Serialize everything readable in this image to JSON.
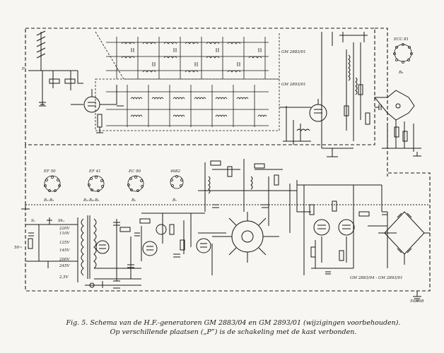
{
  "caption": {
    "line1": "Fig. 5.  Schema van de H.F.-generatoren GM 2883/04 en GM 2893/01 (wijzigingen voorbehouden).",
    "line2": "Op verschillende plaatsen („P”) is de schakeling met de kast verbonden."
  },
  "labels": {
    "gm_2883_01": "GM 2883/01",
    "gm_2893_01": "GM 2893/01",
    "gm_bottom": "GM 2883/04 - GM 2893/01",
    "tube_ef50": "EF 50",
    "tube_ef41": "EF 41",
    "tube_ec90": "EC 90",
    "tube_4682": "4682",
    "tube_ecc81": "ECC 81",
    "pin_b1b2": "B₁-B₂",
    "pin_b3b4b5": "B₃-B₄-B₅",
    "pin_b6": "B₆",
    "pin_b7": "B₇",
    "pin_b8": "B₈",
    "v220": "220V",
    "v110": "110V",
    "v125": "125V",
    "v145": "145V",
    "v200": "200V",
    "v245": "245V",
    "mains": "50~",
    "v25": "2,5V",
    "ref_code": "50/368",
    "p_marker": "P",
    "sk1": "Sk₁",
    "s1": "S₁"
  }
}
